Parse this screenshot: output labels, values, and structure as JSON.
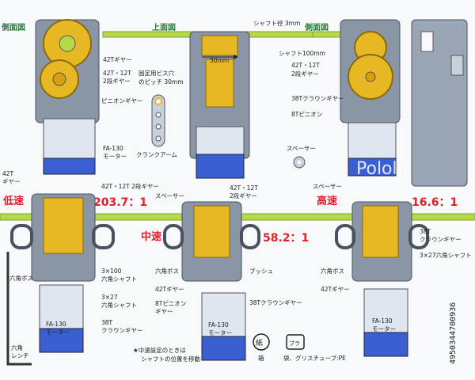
{
  "headers": {
    "side_left": "側面図",
    "top": "上面図",
    "side_right": "側面図"
  },
  "top_notes": {
    "shaft_dia": "シャフト径 3mm",
    "shaft_len": "シャフト100mm",
    "pitch": "30mm"
  },
  "labels": {
    "gear42": "42Tギヤー",
    "gear42_12": "42T・12T",
    "two_stage": "2段ギヤー",
    "pinion": "ピニオンギヤー",
    "screw_hole_1": "固定用ビス穴",
    "screw_hole_2": "のピッチ 30mm",
    "motor_name": "FA-130",
    "motor": "モーター",
    "crank": "クランクアーム",
    "crown38": "38Tクラウンギヤー",
    "pinion8": "8Tピニオン",
    "spacer": "スペーサー",
    "gear42_left_a": "42T",
    "gear42_left_b": "ギヤー",
    "two_stage_mid_a": "42T・12T 2段ギヤー",
    "spacer_mid": "スペーサー",
    "two_stage_right_a": "42T・12T",
    "two_stage_right_b": "2段ギヤー",
    "spacer_right": "スペーサー",
    "hex_boss": "六角ボス",
    "shaft_100_a": "3×100",
    "shaft_100_b": "六角シャフト",
    "shaft_27_a": "3×27",
    "shaft_27_b": "六角シャフト",
    "crown_a": "38T",
    "crown_b": "クラウンギヤー",
    "hex_boss_mid": "六角ボス",
    "gear42_mid": "42Tギヤー",
    "pinion8_a": "8Tピニオン",
    "pinion8_b": "ギヤー",
    "bush": "ブッシュ",
    "crown38_mid": "38Tクラウンギヤー",
    "hex_boss_right": "六角ボス",
    "gear42_right": "42Tギヤー",
    "crown_right_a": "38T",
    "crown_right_b": "クラウンギヤー",
    "shaft_27_right": "3×27六角シャフト",
    "wrench_a": "六角",
    "wrench_b": "レンチ",
    "note": "★中速設定のときは",
    "note2": "シャフトの位置を移動",
    "paper": "紙",
    "box": "箱",
    "plastic": "プラ",
    "bag": "袋、グリスチューブ:PE",
    "watermark": "Pololu"
  },
  "speeds": {
    "low_label": "低速",
    "low_ratio": "203.7：1",
    "mid_label": "中速",
    "mid_ratio": "58.2：1",
    "high_label": "高速",
    "high_ratio": "16.6：1"
  },
  "barcode": "4950344700936",
  "colors": {
    "gear": "#e8b824",
    "shaft": "#b6d94a",
    "frame": "#8a96a6",
    "motor_blue": "#3a5fd0",
    "motor_body": "#dfe6ef",
    "red": "#e0202a",
    "green": "#2a7a3a"
  }
}
